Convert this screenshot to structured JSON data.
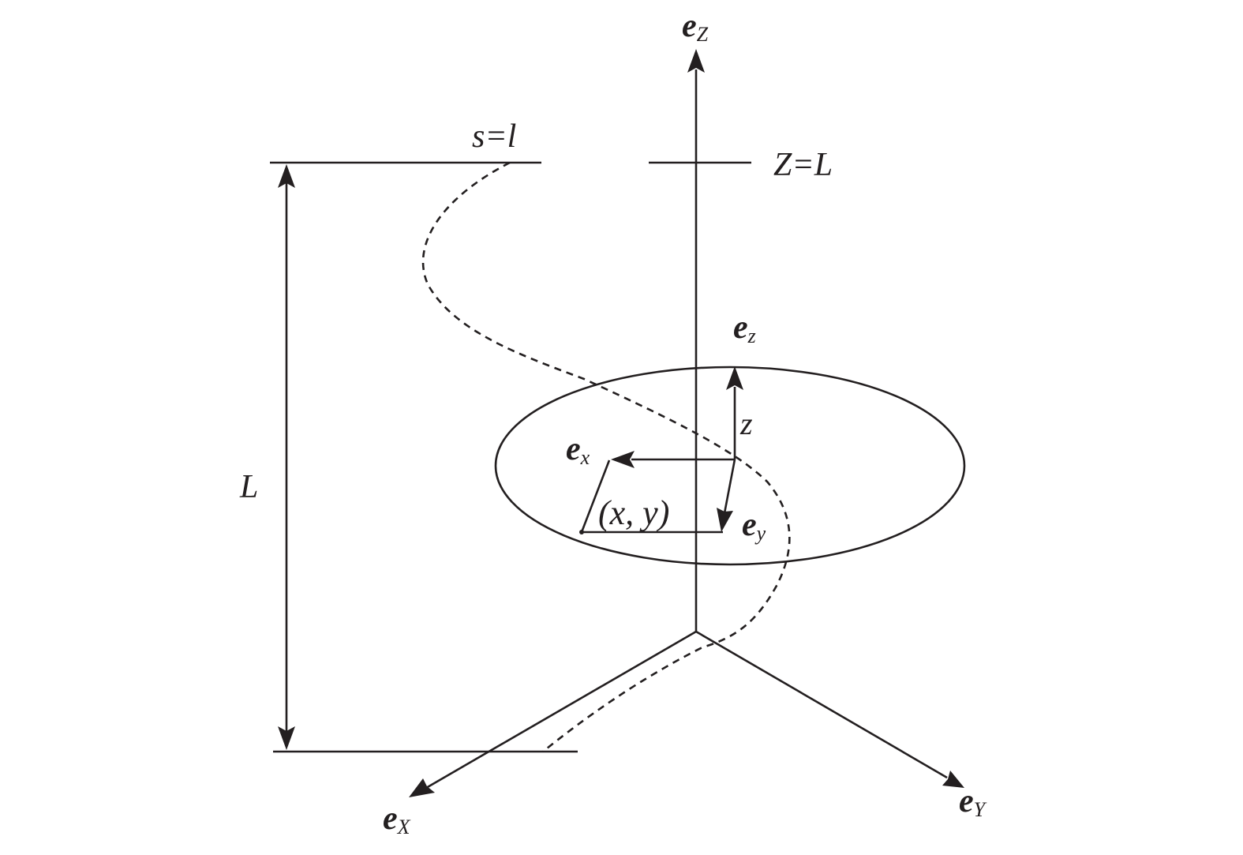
{
  "labels": {
    "eZ_base": "e",
    "eZ_sub": "Z",
    "eX_base": "e",
    "eX_sub": "X",
    "eY_base": "e",
    "eY_sub": "Y",
    "ez_base": "e",
    "ez_sub": "z",
    "ex_base": "e",
    "ex_sub": "x",
    "ey_base": "e",
    "ey_sub": "y",
    "s_eq_l": "s=l",
    "Z_eq_L": "Z=L",
    "L": "L",
    "z": "z",
    "xy": "(x, y)"
  },
  "colors": {
    "ink": "#231f20",
    "background": "#ffffff"
  }
}
